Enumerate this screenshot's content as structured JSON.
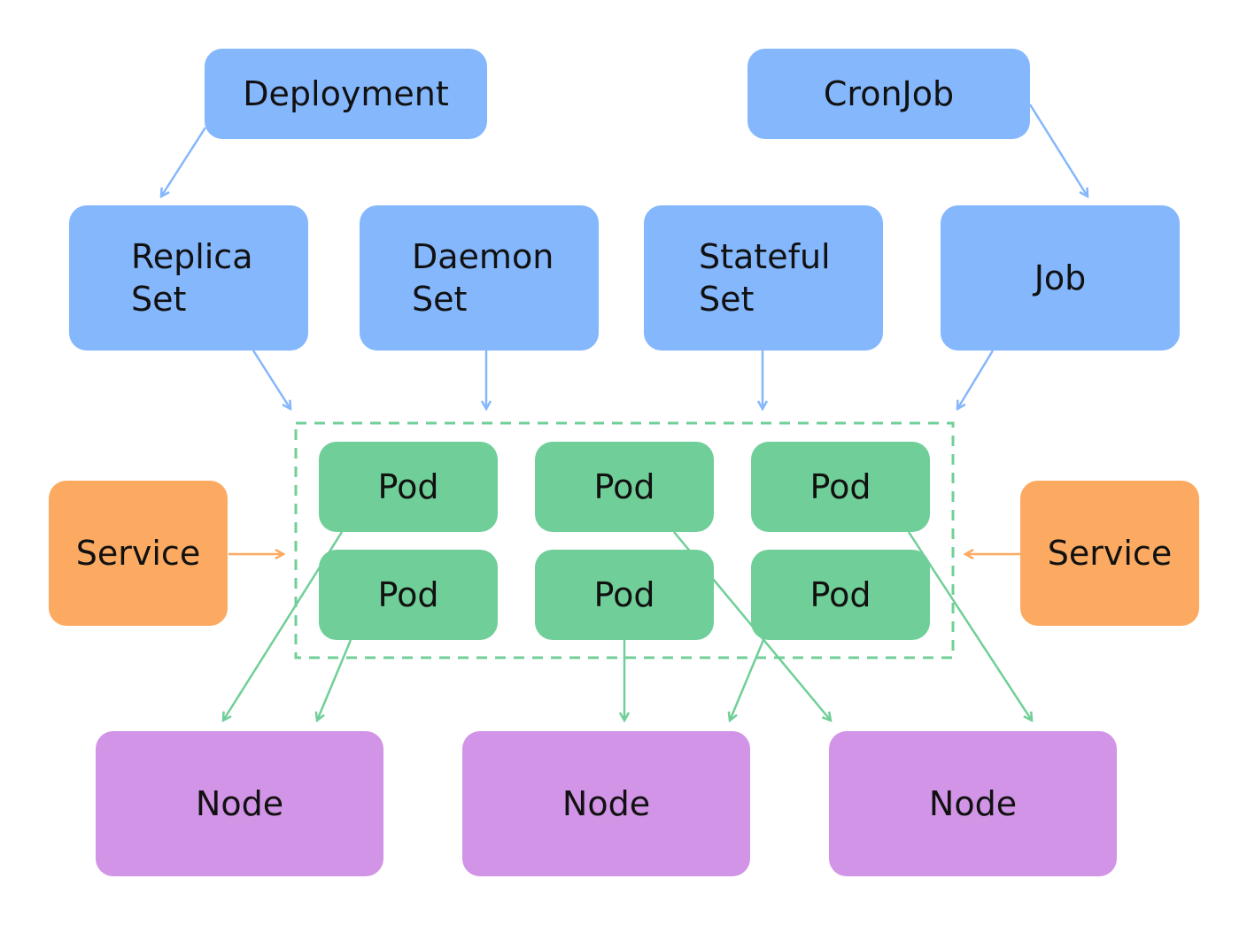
{
  "controllers": {
    "deployment": "Deployment",
    "cronjob": "CronJob",
    "replica_set": [
      "Replica",
      "Set"
    ],
    "daemon_set": [
      "Daemon",
      "Set"
    ],
    "stateful_set": [
      "Stateful",
      "Set"
    ],
    "job": "Job"
  },
  "pods": [
    "Pod",
    "Pod",
    "Pod",
    "Pod",
    "Pod",
    "Pod"
  ],
  "services": [
    "Service",
    "Service"
  ],
  "nodes": [
    "Node",
    "Node",
    "Node"
  ],
  "colors": {
    "controller": "#85b7fd",
    "controller_arrow": "#85b7fd",
    "pod": "#70cf98",
    "pod_arrow": "#70cf98",
    "service": "#fcaa61",
    "service_arrow": "#fcaa61",
    "node": "#d294e6"
  }
}
